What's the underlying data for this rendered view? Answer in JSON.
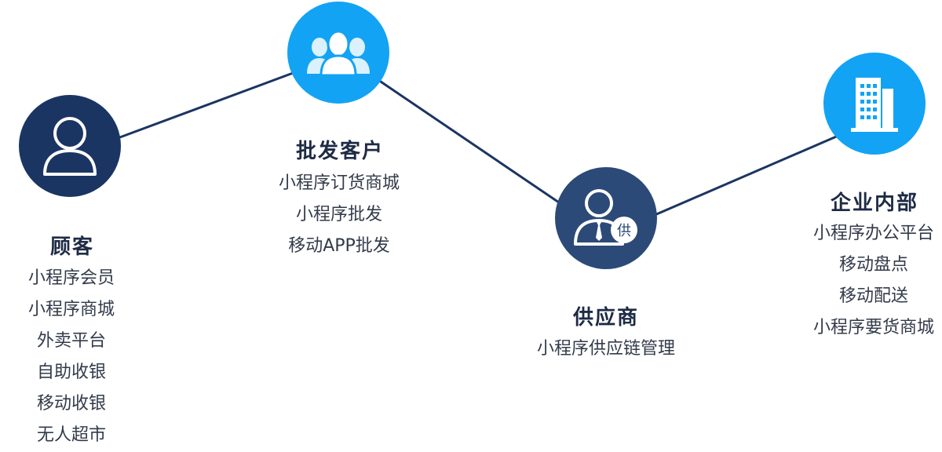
{
  "nodes": [
    {
      "id": "customer",
      "title": "顾客",
      "icon": "user-icon",
      "color": "#1b3563",
      "items": [
        "小程序会员",
        "小程序商城",
        "外卖平台",
        "自助收银",
        "移动收银",
        "无人超市"
      ]
    },
    {
      "id": "wholesale",
      "title": "批发客户",
      "icon": "group-icon",
      "color": "#12a3f4",
      "items": [
        "小程序订货商城",
        "小程序批发",
        "移动APP批发"
      ]
    },
    {
      "id": "supplier",
      "title": "供应商",
      "icon": "supplier-icon",
      "badge": "供",
      "color": "#2c4a78",
      "items": [
        "小程序供应链管理"
      ]
    },
    {
      "id": "enterprise",
      "title": "企业内部",
      "icon": "building-icon",
      "color": "#12a3f4",
      "items": [
        "小程序办公平台",
        "移动盘点",
        "移动配送",
        "小程序要货商城"
      ]
    }
  ],
  "connector_color": "#1b3563"
}
